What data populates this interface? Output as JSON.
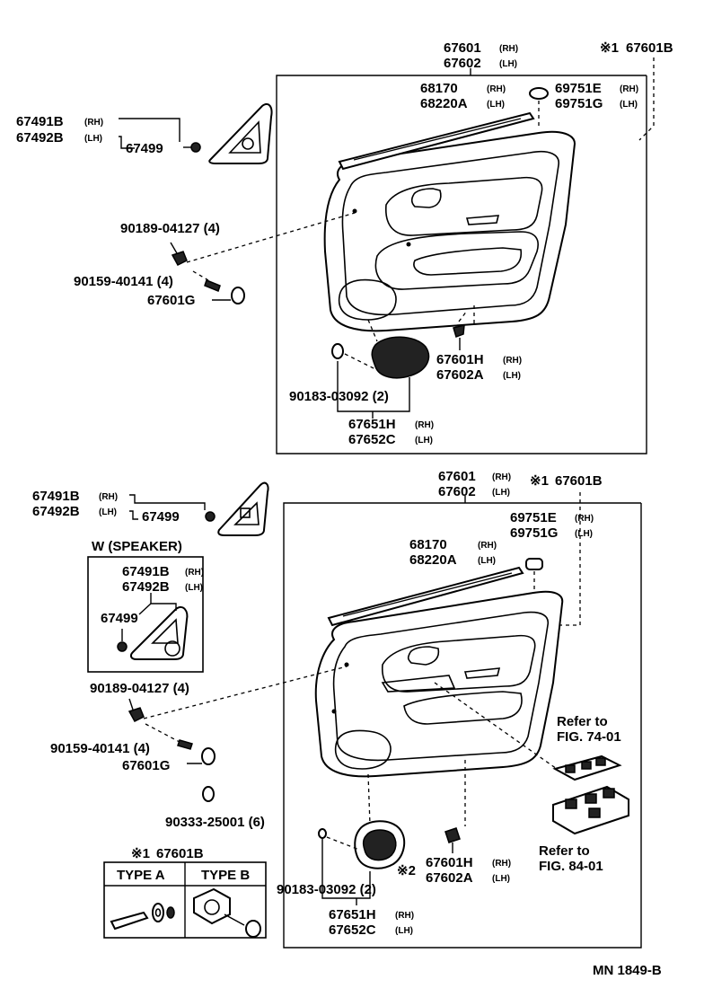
{
  "upper": {
    "l_67601": "67601",
    "l_67602": "67602",
    "l_rh1": "(RH)",
    "l_lh1": "(LH)",
    "l_note1": "※1",
    "l_67601b": "67601B",
    "l_68170": "68170",
    "l_68220a": "68220A",
    "l_rh2": "(RH)",
    "l_lh2": "(LH)",
    "l_69751e": "69751E",
    "l_69751g": "69751G",
    "l_rh3": "(RH)",
    "l_lh3": "(LH)",
    "l_67491b": "67491B",
    "l_67492b": "67492B",
    "l_rh4": "(RH)",
    "l_lh4": "(LH)",
    "l_67499": "67499",
    "l_90189": "90189-04127 (4)",
    "l_90159": "90159-40141 (4)",
    "l_67601g": "67601G",
    "l_67601h": "67601H",
    "l_67602a": "67602A",
    "l_rh5": "(RH)",
    "l_lh5": "(LH)",
    "l_90183": "90183-03092 (2)",
    "l_67651h": "67651H",
    "l_67652c": "67652C",
    "l_rh6": "(RH)",
    "l_lh6": "(LH)"
  },
  "lower": {
    "l_67491b": "67491B",
    "l_67492b": "67492B",
    "l_rh1": "(RH)",
    "l_lh1": "(LH)",
    "l_67499": "67499",
    "l_67601": "67601",
    "l_67602": "67602",
    "l_rh2": "(RH)",
    "l_lh2": "(LH)",
    "l_note1": "※1",
    "l_67601b": "67601B",
    "l_69751e": "69751E",
    "l_69751g": "69751G",
    "l_rh3": "(RH)",
    "l_lh3": "(LH)",
    "speaker_title": "W (SPEAKER)",
    "sp_67491b": "67491B",
    "sp_67492b": "67492B",
    "sp_rh": "(RH)",
    "sp_lh": "(LH)",
    "sp_67499": "67499",
    "l_68170": "68170",
    "l_68220a": "68220A",
    "l_rh4": "(RH)",
    "l_lh4": "(LH)",
    "l_90189": "90189-04127 (4)",
    "l_90159": "90159-40141 (4)",
    "l_67601g": "67601G",
    "l_90333": "90333-25001 (6)",
    "ref1a": "Refer to",
    "ref1b": "FIG. 74-01",
    "ref2a": "Refer to",
    "ref2b": "FIG. 84-01",
    "l_note2": "※2",
    "l_67601h": "67601H",
    "l_67602a": "67602A",
    "l_rh5": "(RH)",
    "l_lh5": "(LH)",
    "l_90183": "90183-03092 (2)",
    "l_67651h": "67651H",
    "l_67652c": "67652C",
    "l_rh6": "(RH)",
    "l_lh6": "(LH)"
  },
  "legend": {
    "title_note": "※1",
    "title_part": "67601B",
    "type_a": "TYPE A",
    "type_b": "TYPE B"
  },
  "footer": {
    "code": "MN 1849-B"
  }
}
